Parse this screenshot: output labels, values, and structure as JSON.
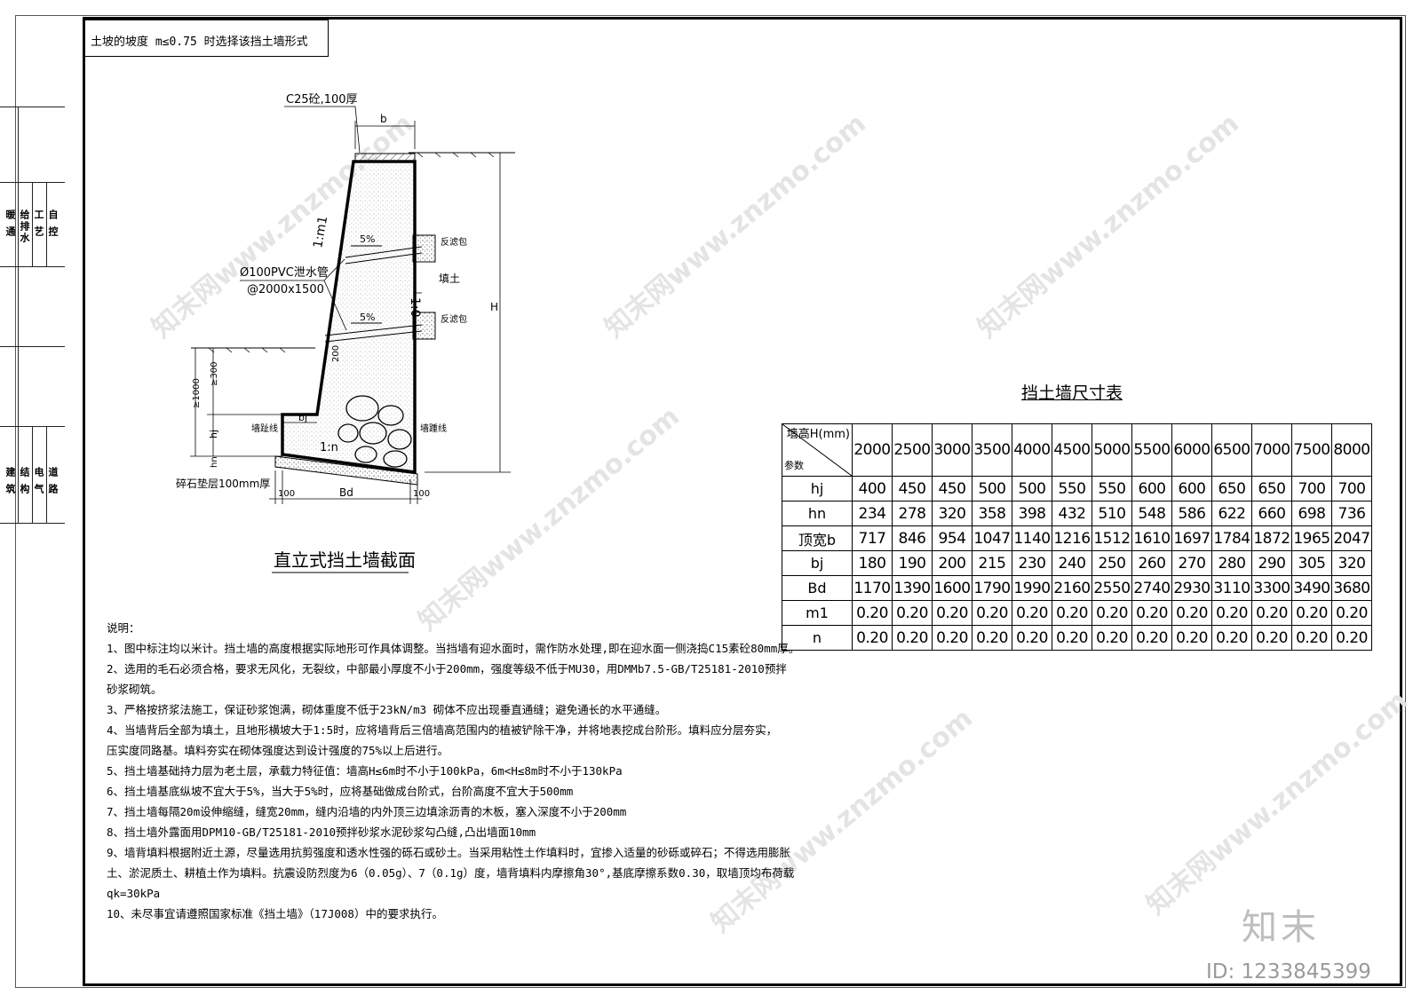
{
  "header_note": "土坡的坡度 m≤0.75 时选择该挡土墙形式",
  "stamp": {
    "top_group": [
      "暖 通",
      "给排水",
      "工 艺",
      "自 控"
    ],
    "bottom_group": [
      "建 筑",
      "结 构",
      "电 气",
      "道 路"
    ]
  },
  "section": {
    "title": "直立式挡土墙截面",
    "labels": {
      "cap": "C25砼,100厚",
      "b": "b",
      "slope_m1": "1:m1",
      "slope_vertical": "1:0",
      "drain_slope_1": "5%",
      "drain_slope_2": "5%",
      "pipe_line1": "Ø100PVC泄水管",
      "pipe_line2": "@2000x1500",
      "filter_1": "反滤包",
      "filter_2": "反滤包",
      "fill": "填土",
      "H": "H",
      "dim_200": "200",
      "dim_300": "≥300",
      "dim_1000": "≥1000",
      "hj": "hj",
      "hn": "hn",
      "bj": "bj",
      "toe": "墙趾线",
      "heel": "墙踵线",
      "slope_n": "1:n",
      "gravel": "碎石垫层100mm厚",
      "dim_100_left": "100",
      "Bd": "Bd",
      "dim_100_right": "100"
    }
  },
  "notes": {
    "heading": "说明：",
    "lines": [
      "1、图中标注均以米计。挡土墙的高度根据实际地形可作具体调整。当挡墙有迎水面时，需作防水处理,即在迎水面一侧浇捣C15素砼80mm厚。",
      "2、选用的毛石必须合格，要求无风化，无裂纹，中部最小厚度不小于200mm，强度等级不低于MU30，用DMMb7.5-GB/T25181-2010预拌",
      "砂浆砌筑。",
      "3、严格按挤浆法施工，保证砂浆饱满，砌体重度不低于23kN/m3 砌体不应出现垂直通缝；避免通长的水平通缝。",
      "4、当墙背后全部为填土，且地形横坡大于1:5时，应将墙背后三倍墙高范围内的植被铲除干净，并将地表挖成台阶形。填料应分层夯实，",
      "压实度同路基。填料夯实在砌体强度达到设计强度的75%以上后进行。",
      "5、挡土墙基础持力层为老土层，承载力特征值：墙高H≤6m时不小于100kPa，6m<H≤8m时不小于130kPa",
      "6、挡土墙基底纵坡不宜大于5%，当大于5%时，应将基础做成台阶式，台阶高度不宜大于500mm",
      "7、挡土墙每隔20m设伸缩缝，缝宽20mm，缝内沿墙的内外顶三边填涂沥青的木板，塞入深度不小于200mm",
      "8、挡土墙外露面用DPM10-GB/T25181-2010预拌砂浆水泥砂浆勾凸缝,凸出墙面10mm",
      "9、墙背填料根据附近土源，尽量选用抗剪强度和透水性强的砾石或砂土。当采用粘性土作填料时，宜掺入适量的砂砾或碎石；不得选用膨胀",
      "土、淤泥质土、耕植土作为填料。抗震设防烈度为6（0.05g）、7（0.1g）度，墙背填料内摩擦角30°,基底摩擦系数0.30，取墙顶均布荷载",
      "qk=30kPa",
      "10、未尽事宜请遵照国家标准《挡土墙》（17J008）中的要求执行。"
    ]
  },
  "table": {
    "title": "挡土墙尺寸表",
    "corner_top": "墙高H(mm)",
    "corner_bottom": "参数",
    "columns": [
      "2000",
      "2500",
      "3000",
      "3500",
      "4000",
      "4500",
      "5000",
      "5500",
      "6000",
      "6500",
      "7000",
      "7500",
      "8000"
    ],
    "rows": [
      {
        "label": "hj",
        "values": [
          "400",
          "450",
          "450",
          "500",
          "500",
          "550",
          "550",
          "600",
          "600",
          "650",
          "650",
          "700",
          "700"
        ]
      },
      {
        "label": "hn",
        "values": [
          "234",
          "278",
          "320",
          "358",
          "398",
          "432",
          "510",
          "548",
          "586",
          "622",
          "660",
          "698",
          "736"
        ]
      },
      {
        "label": "顶宽b",
        "values": [
          "717",
          "846",
          "954",
          "1047",
          "1140",
          "1216",
          "1512",
          "1610",
          "1697",
          "1784",
          "1872",
          "1965",
          "2047"
        ]
      },
      {
        "label": "bj",
        "values": [
          "180",
          "190",
          "200",
          "215",
          "230",
          "240",
          "250",
          "260",
          "270",
          "280",
          "290",
          "305",
          "320"
        ]
      },
      {
        "label": "Bd",
        "values": [
          "1170",
          "1390",
          "1600",
          "1790",
          "1990",
          "2160",
          "2550",
          "2740",
          "2930",
          "3110",
          "3300",
          "3490",
          "3680"
        ]
      },
      {
        "label": "m1",
        "values": [
          "0.20",
          "0.20",
          "0.20",
          "0.20",
          "0.20",
          "0.20",
          "0.20",
          "0.20",
          "0.20",
          "0.20",
          "0.20",
          "0.20",
          "0.20"
        ]
      },
      {
        "label": "n",
        "values": [
          "0.20",
          "0.20",
          "0.20",
          "0.20",
          "0.20",
          "0.20",
          "0.20",
          "0.20",
          "0.20",
          "0.20",
          "0.20",
          "0.20",
          "0.20"
        ]
      }
    ]
  },
  "watermarks": [
    "知末网www.znzmo.com",
    "知末网www.znzmo.com",
    "知末网www.znzmo.com",
    "知末网www.znzmo.com",
    "知末网www.znzmo.com",
    "知末网www.znzmo.com"
  ],
  "brand": {
    "logo": "知末",
    "id": "ID: 1233845399"
  }
}
